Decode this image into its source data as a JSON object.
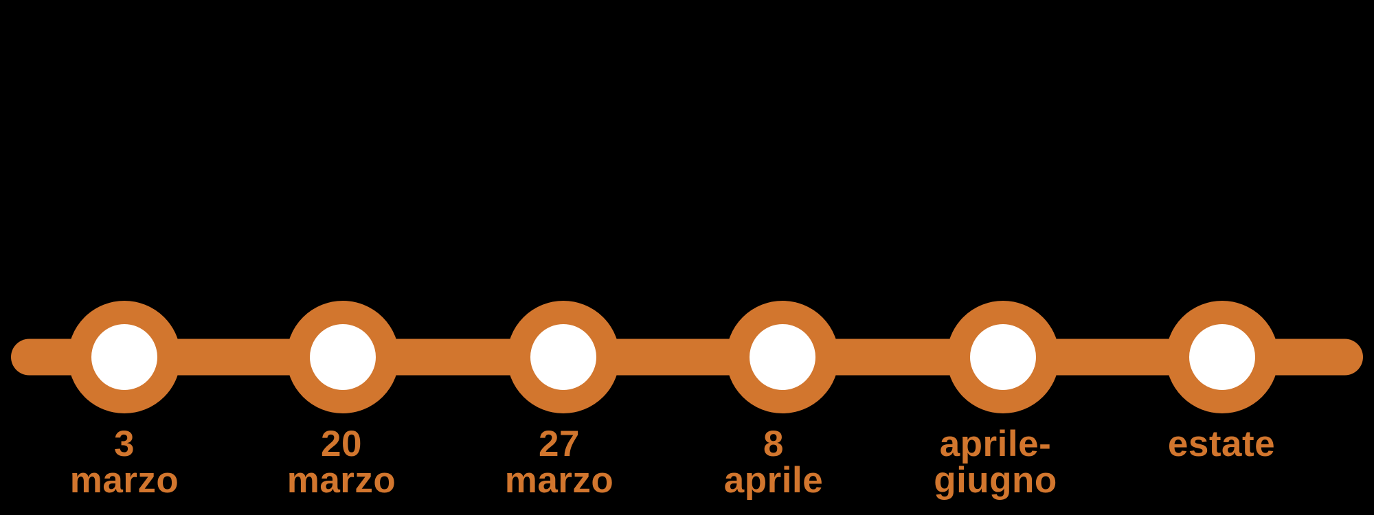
{
  "background_color": "#000000",
  "accent_color": "#d2762e",
  "node_fill_color": "#ffffff",
  "timeline": {
    "type": "horizontal-timeline",
    "events": [
      {
        "line1": "3",
        "line2": "marzo"
      },
      {
        "line1": "20",
        "line2": "marzo"
      },
      {
        "line1": "27",
        "line2": "marzo"
      },
      {
        "line1": "8",
        "line2": "aprile"
      },
      {
        "line1": "aprile-",
        "line2": "giugno"
      },
      {
        "line1": "estate",
        "line2": ""
      }
    ]
  }
}
